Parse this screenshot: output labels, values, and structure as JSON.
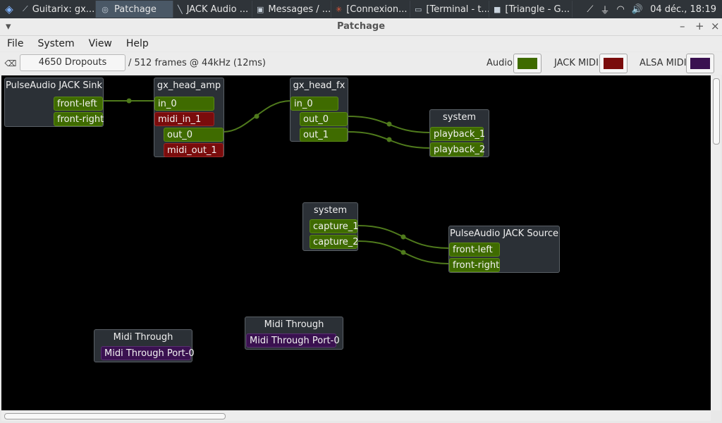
{
  "taskbar": {
    "tasks": [
      {
        "label": "Guitarix: gx...",
        "icon": "guitarix-icon"
      },
      {
        "label": "Patchage",
        "icon": "patchage-icon"
      },
      {
        "label": "JACK Audio ...",
        "icon": "jack-icon"
      },
      {
        "label": "Messages / ...",
        "icon": "messages-icon"
      },
      {
        "label": "[Connexion...",
        "icon": "connexion-icon"
      },
      {
        "label": "[Terminal - t...",
        "icon": "terminal-icon"
      },
      {
        "label": "[Triangle - G...",
        "icon": "folder-icon"
      }
    ],
    "clock": "04 déc., 18:19"
  },
  "window": {
    "title": "Patchage"
  },
  "menu": [
    "File",
    "System",
    "View",
    "Help"
  ],
  "toolbar": {
    "dropouts": "4650 Dropouts",
    "frames": "/ 512 frames @ 44kHz (12ms)",
    "legend": {
      "audio": "Audio",
      "jack_midi": "JACK MIDI",
      "alsa_midi": "ALSA MIDI"
    }
  },
  "colors": {
    "audio": "#3f6b00",
    "jack_midi": "#7a0c0c",
    "alsa_midi": "#3a1150",
    "wire": "#4f7a1c"
  },
  "modules": {
    "pulse_sink": {
      "title": "PulseAudio JACK Sink",
      "ports": [
        "front-left",
        "front-right"
      ]
    },
    "head_amp": {
      "title": "gx_head_amp",
      "ports": [
        "in_0",
        "midi_in_1",
        "out_0",
        "midi_out_1"
      ]
    },
    "head_fx": {
      "title": "gx_head_fx",
      "ports": [
        "in_0",
        "out_0",
        "out_1"
      ]
    },
    "system_playback": {
      "title": "system",
      "ports": [
        "playback_1",
        "playback_2"
      ]
    },
    "system_capture": {
      "title": "system",
      "ports": [
        "capture_1",
        "capture_2"
      ]
    },
    "pulse_source": {
      "title": "PulseAudio JACK Source",
      "ports": [
        "front-left",
        "front-right"
      ]
    },
    "midi_through_1": {
      "title": "Midi Through",
      "ports": [
        "Midi Through Port-0"
      ]
    },
    "midi_through_2": {
      "title": "Midi Through",
      "ports": [
        "Midi Through Port-0"
      ]
    }
  }
}
